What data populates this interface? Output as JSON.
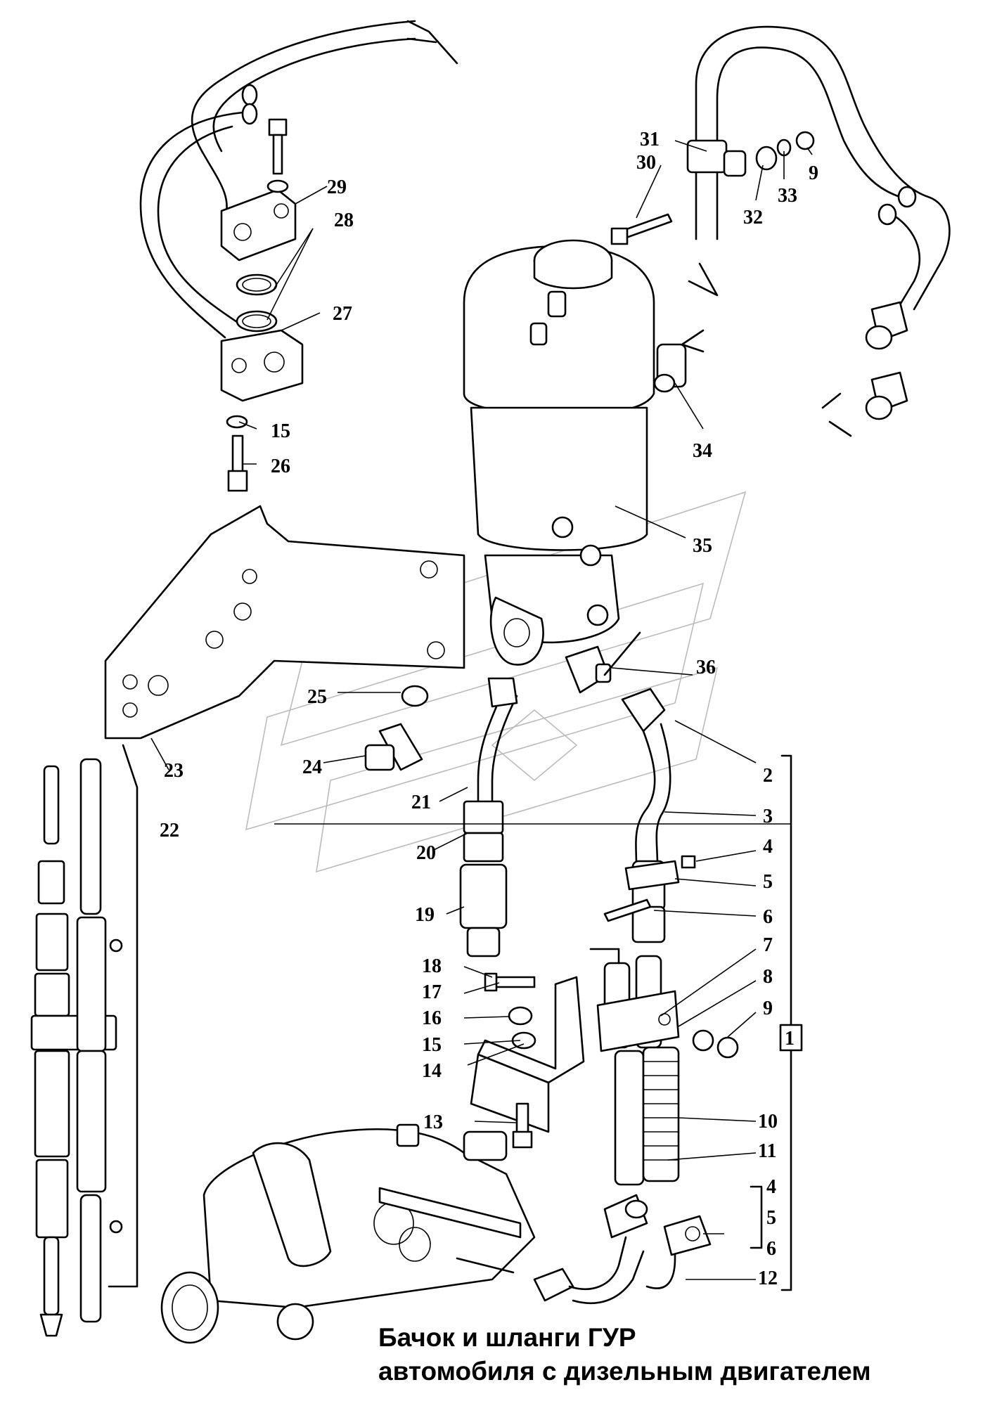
{
  "title": {
    "line1": "Бачок и шланги ГУР",
    "line2": "автомобиля с дизельным двигателем"
  },
  "group_marker": "1",
  "callouts": [
    {
      "id": "c2",
      "text": "2"
    },
    {
      "id": "c3",
      "text": "3"
    },
    {
      "id": "c4a",
      "text": "4"
    },
    {
      "id": "c5a",
      "text": "5"
    },
    {
      "id": "c6a",
      "text": "6"
    },
    {
      "id": "c7",
      "text": "7"
    },
    {
      "id": "c8",
      "text": "8"
    },
    {
      "id": "c9a",
      "text": "9"
    },
    {
      "id": "c10",
      "text": "10"
    },
    {
      "id": "c11",
      "text": "11"
    },
    {
      "id": "c4b",
      "text": "4"
    },
    {
      "id": "c5b",
      "text": "5"
    },
    {
      "id": "c6b",
      "text": "6"
    },
    {
      "id": "c12",
      "text": "12"
    },
    {
      "id": "c13",
      "text": "13"
    },
    {
      "id": "c14",
      "text": "14"
    },
    {
      "id": "c15a",
      "text": "15"
    },
    {
      "id": "c16",
      "text": "16"
    },
    {
      "id": "c17",
      "text": "17"
    },
    {
      "id": "c18",
      "text": "18"
    },
    {
      "id": "c19",
      "text": "19"
    },
    {
      "id": "c20",
      "text": "20"
    },
    {
      "id": "c21",
      "text": "21"
    },
    {
      "id": "c22",
      "text": "22"
    },
    {
      "id": "c23",
      "text": "23"
    },
    {
      "id": "c24",
      "text": "24"
    },
    {
      "id": "c25",
      "text": "25"
    },
    {
      "id": "c15b",
      "text": "15"
    },
    {
      "id": "c26",
      "text": "26"
    },
    {
      "id": "c27",
      "text": "27"
    },
    {
      "id": "c28",
      "text": "28"
    },
    {
      "id": "c29",
      "text": "29"
    },
    {
      "id": "c30",
      "text": "30"
    },
    {
      "id": "c31",
      "text": "31"
    },
    {
      "id": "c32",
      "text": "32"
    },
    {
      "id": "c33",
      "text": "33"
    },
    {
      "id": "c9b",
      "text": "9"
    },
    {
      "id": "c34",
      "text": "34"
    },
    {
      "id": "c35",
      "text": "35"
    },
    {
      "id": "c36",
      "text": "36"
    }
  ]
}
